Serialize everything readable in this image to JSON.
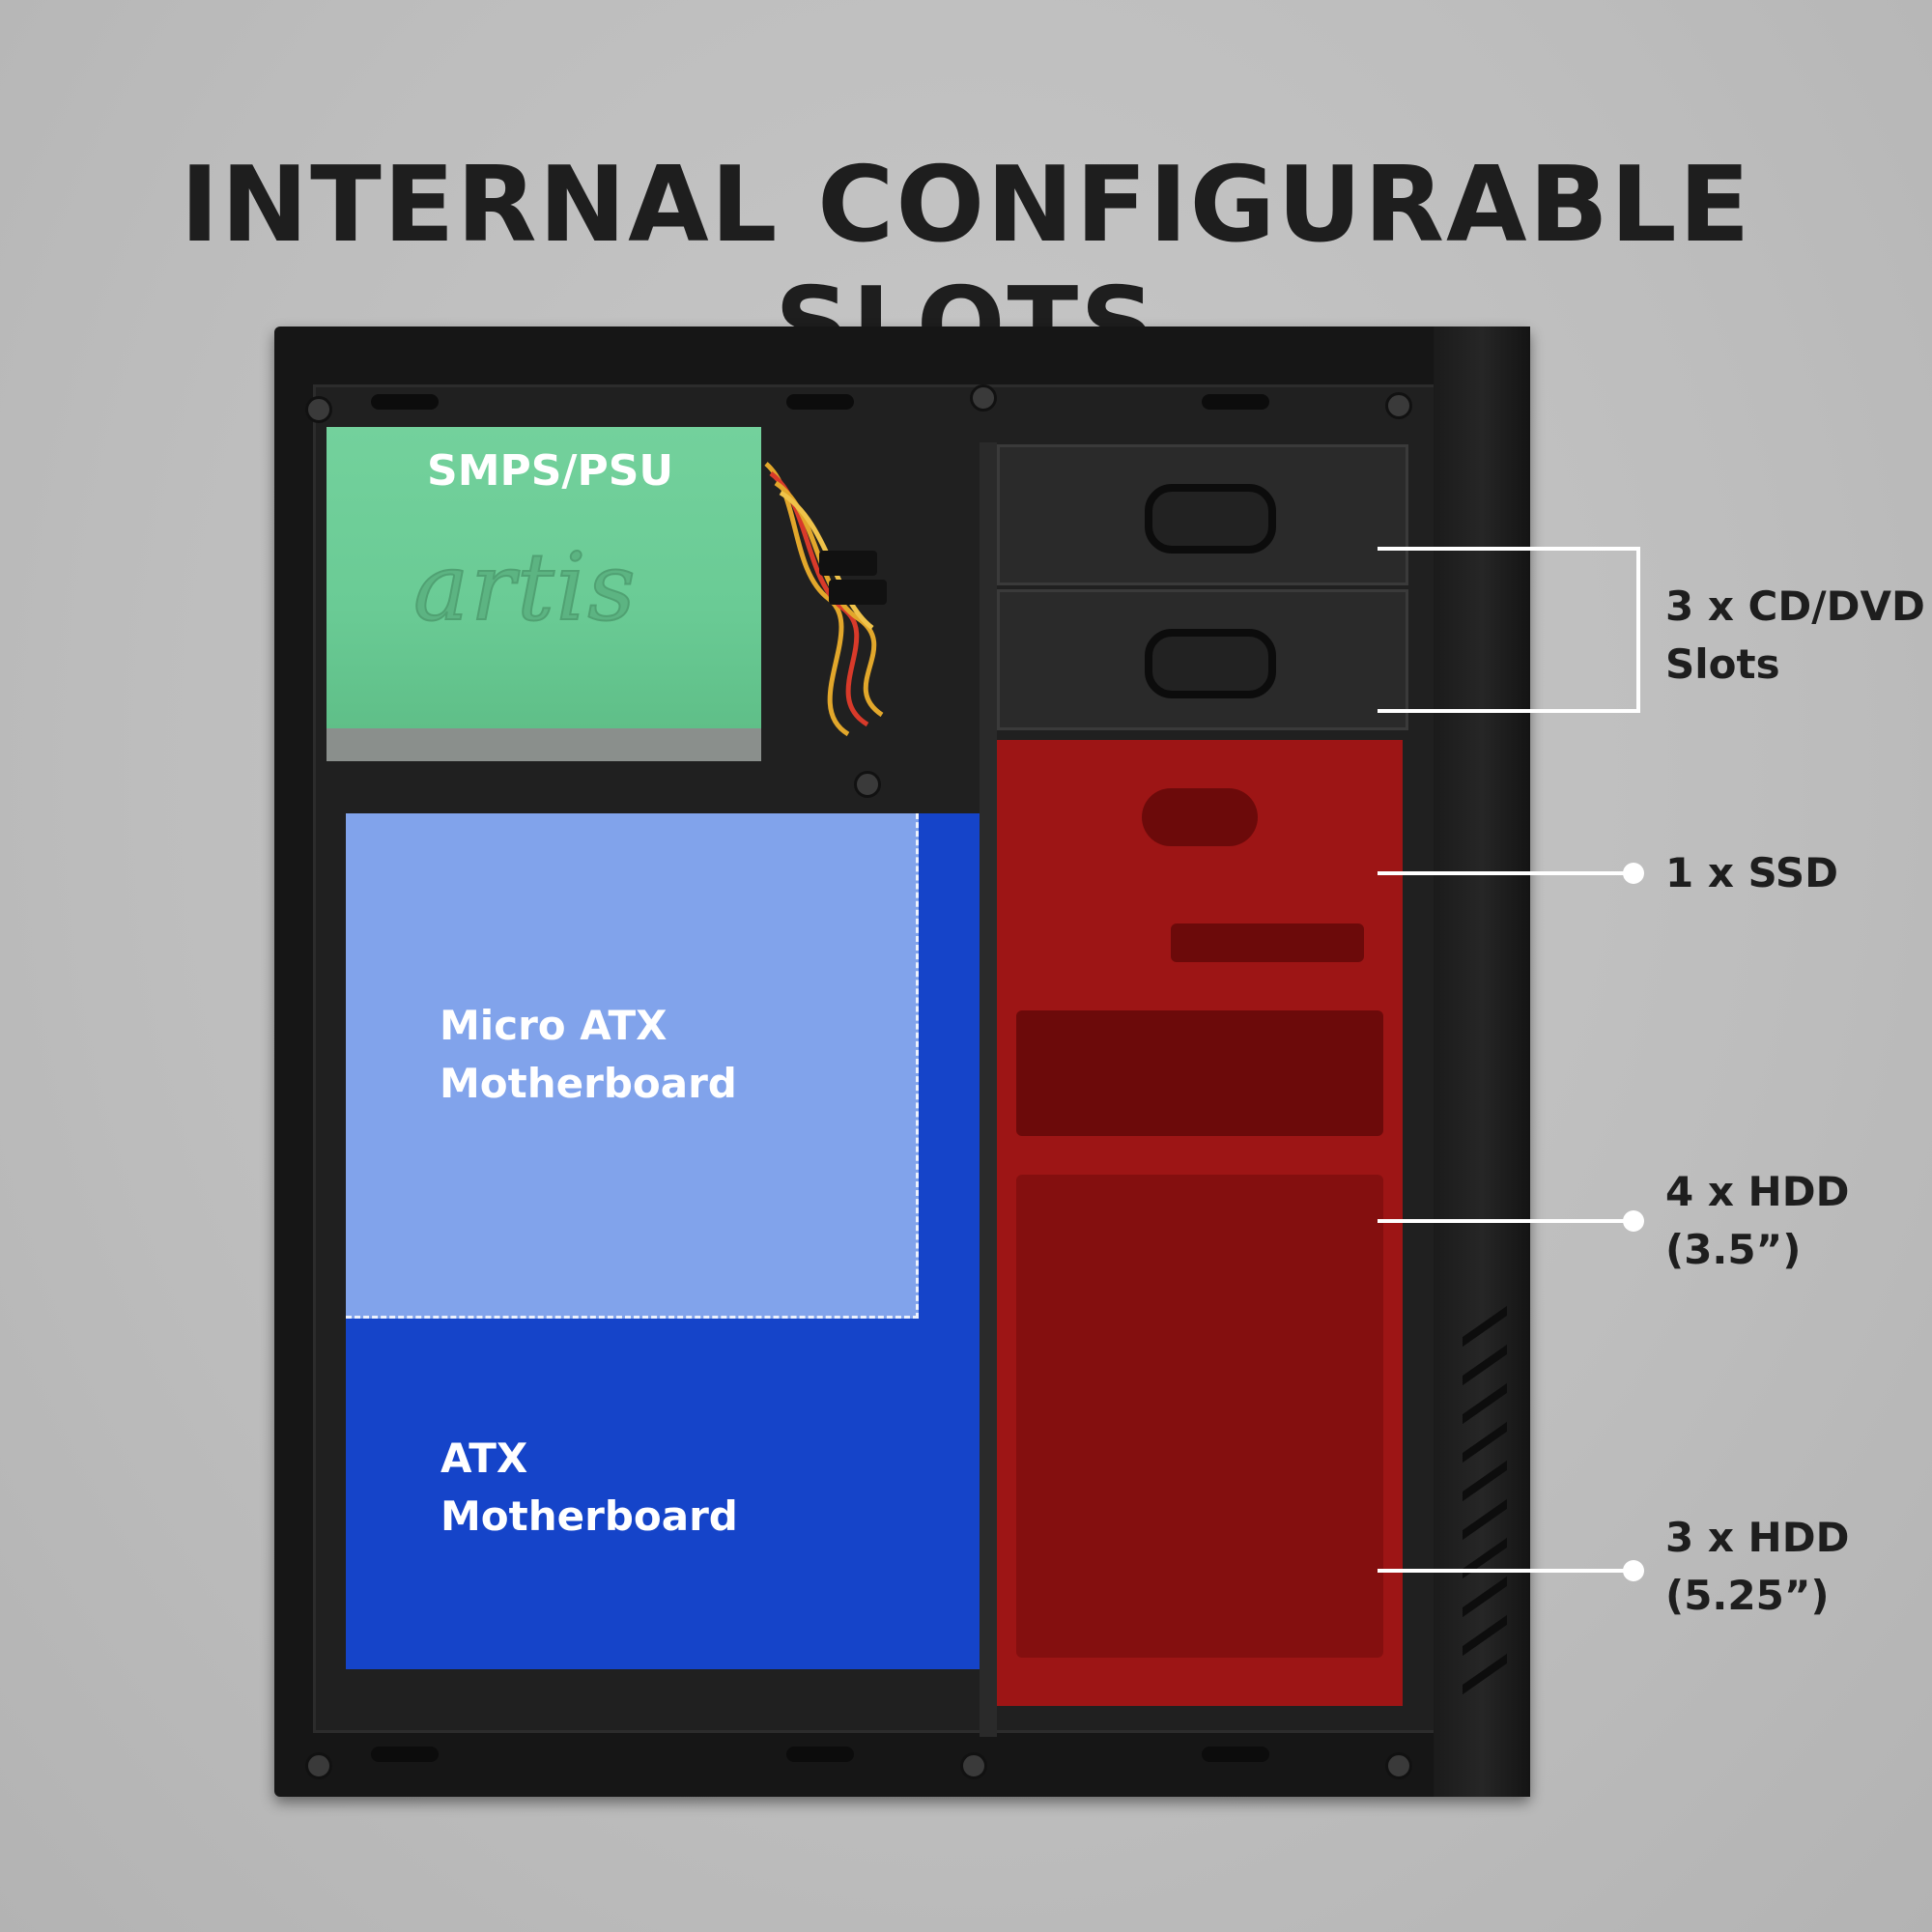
{
  "title": "INTERNAL CONFIGURABLE SLOTS",
  "psu": {
    "label": "SMPS/PSU",
    "brand": "artis"
  },
  "motherboards": {
    "micro_atx": {
      "line1": "Micro ATX",
      "line2": "Motherboard"
    },
    "atx": {
      "line1": "ATX",
      "line2": "Motherboard"
    }
  },
  "callouts": [
    {
      "line1": "3 x CD/DVD",
      "line2": "Slots"
    },
    {
      "line1": "1 x SSD",
      "line2": ""
    },
    {
      "line1": "4 x HDD",
      "line2": "(3.5”)"
    },
    {
      "line1": "3 x HDD",
      "line2": "(5.25”)"
    }
  ],
  "colors": {
    "psu_overlay": "#6acb95",
    "atx_overlay": "#1448dc",
    "micro_atx_overlay": "#a0bef5",
    "drive_bay_overlay": "#b91414",
    "case": "#161616"
  }
}
